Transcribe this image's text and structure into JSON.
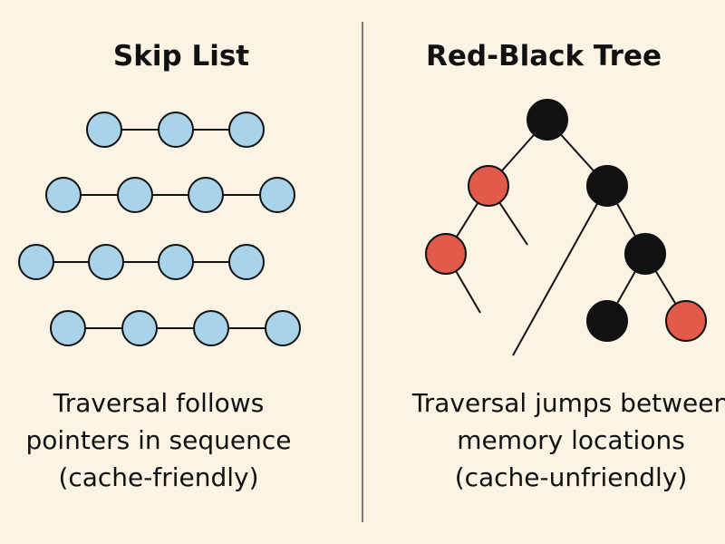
{
  "left_panel": {
    "title": "Skip List",
    "caption": [
      "Traversal follows",
      "pointers in sequence",
      "(cache-friendly)"
    ]
  },
  "right_panel": {
    "title": "Red-Black Tree",
    "caption": [
      "Traversal jumps between",
      "memory locations",
      "(cache-unfriendly)"
    ]
  },
  "colors": {
    "background": "#fbf4e4",
    "skip_node": "#a9d3e8",
    "red_node": "#e15a4a",
    "black_node": "#111111",
    "stroke": "#111111"
  }
}
